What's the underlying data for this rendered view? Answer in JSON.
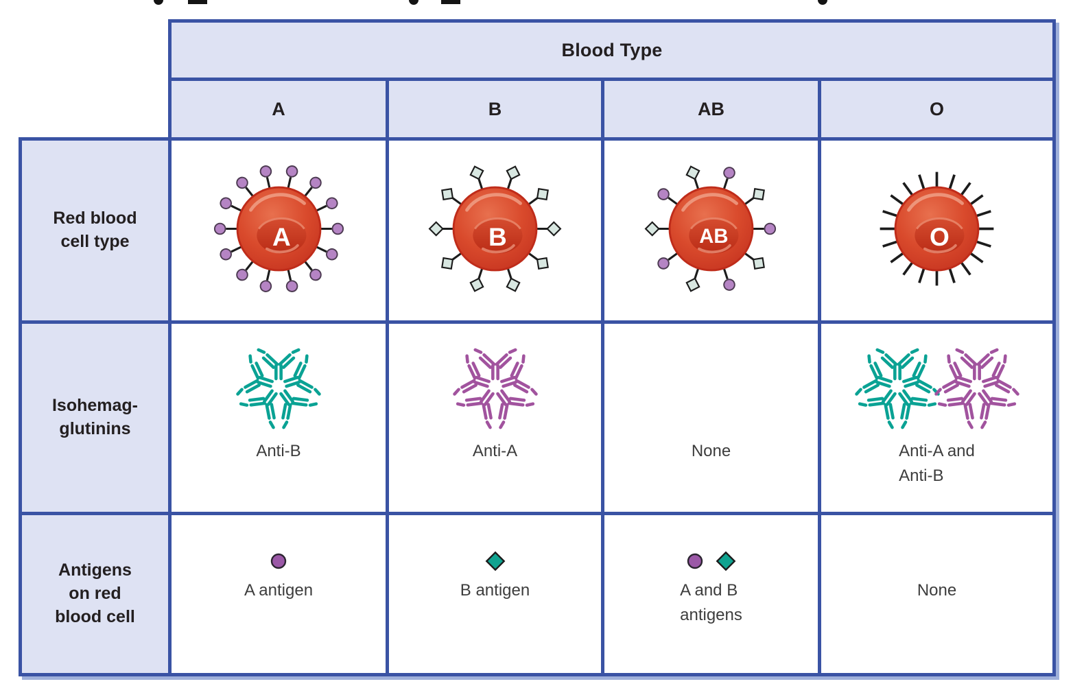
{
  "colors": {
    "border_blue": "#3a53a4",
    "header_fill": "#dee2f3",
    "rbc_body": "#d94a2c",
    "rbc_rim": "#c02c1a",
    "antibody_teal": "#0aa294",
    "antibody_purple": "#a1539e",
    "antigen_a_light": "#b584c4",
    "antigen_b_light": "#d8e7e1",
    "antigen_a_solid": "#9b58a7",
    "antigen_b_solid": "#10a390",
    "spoke_black": "#1c1c1c"
  },
  "table": {
    "title": "Blood Type",
    "row_headers": [
      "Red blood\ncell type",
      "Isohemag-\nglutinins",
      "Antigens\non red\nblood cell"
    ],
    "columns": [
      {
        "header": "A",
        "rbc_label": "A",
        "spokes": 14,
        "tips": [
          "circle"
        ],
        "iso_stars": [
          "teal"
        ],
        "iso_caption": "Anti-B",
        "antigen_glyphs": [
          "circle"
        ],
        "antigen_caption": "A antigen"
      },
      {
        "header": "B",
        "rbc_label": "B",
        "spokes": 10,
        "tips": [
          "diamond"
        ],
        "iso_stars": [
          "purple"
        ],
        "iso_caption": "Anti-A",
        "antigen_glyphs": [
          "diamond"
        ],
        "antigen_caption": "B antigen"
      },
      {
        "header": "AB",
        "rbc_label": "AB",
        "spokes": 10,
        "tips": [
          "diamond",
          "circle"
        ],
        "iso_stars": [],
        "iso_caption": "None",
        "antigen_glyphs": [
          "circle",
          "diamond"
        ],
        "antigen_caption": "A and B\nantigens"
      },
      {
        "header": "O",
        "rbc_label": "O",
        "spokes": 20,
        "tips": [],
        "iso_stars": [
          "teal",
          "purple"
        ],
        "iso_caption": "Anti-A and\nAnti-B",
        "antigen_glyphs": [],
        "antigen_caption": "None"
      }
    ]
  }
}
